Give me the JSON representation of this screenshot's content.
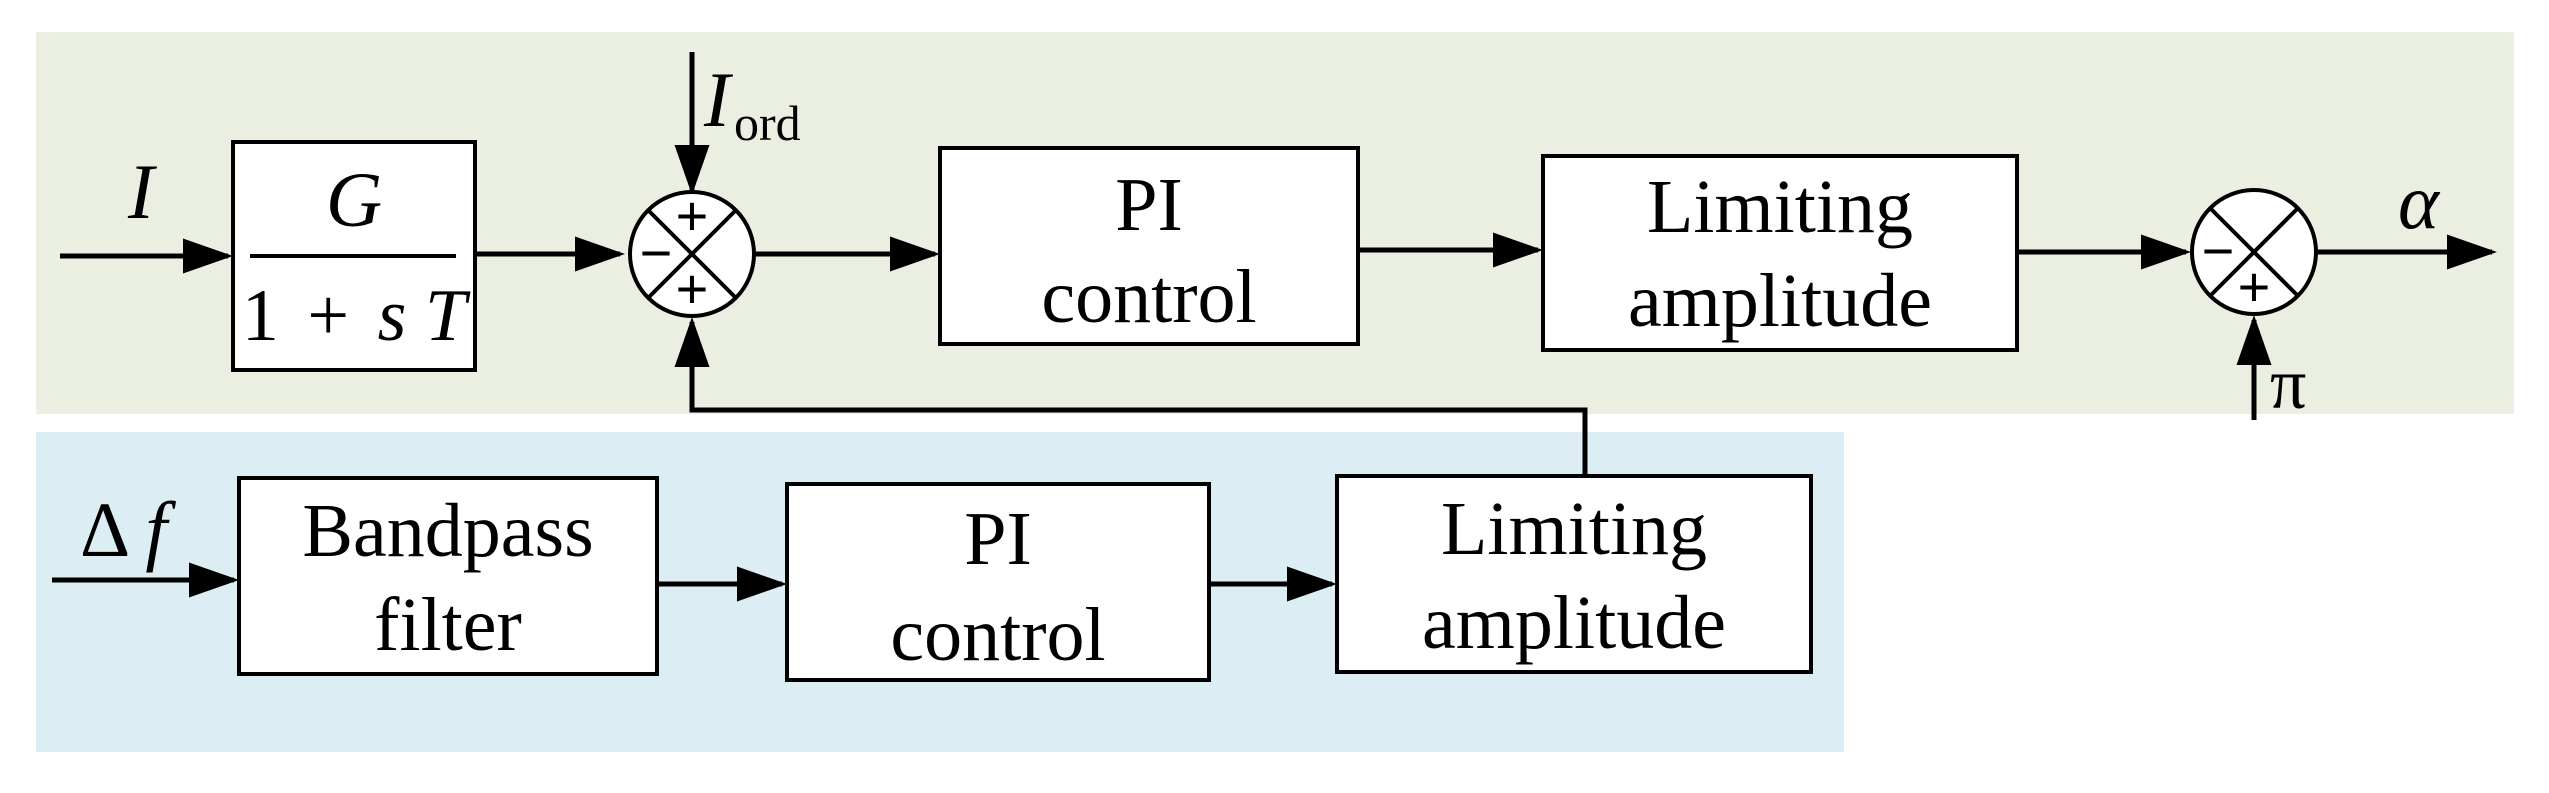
{
  "diagram": {
    "inputs": {
      "current": "I",
      "order_base": "I",
      "order_sub": "ord",
      "freq_delta": "Δ",
      "freq_var": "f",
      "pi_const": "π"
    },
    "outputs": {
      "alpha": "α"
    },
    "blocks": {
      "lowpass": {
        "numerator": "G",
        "den_one": "1",
        "den_plus": "+",
        "den_s": "s",
        "den_T": "T"
      },
      "pi_top": {
        "line1": "PI",
        "line2": "control"
      },
      "limit_top": {
        "line1": "Limiting",
        "line2": "amplitude"
      },
      "bandpass": {
        "line1": "Bandpass",
        "line2": "filter"
      },
      "pi_bottom": {
        "line1": "PI",
        "line2": "control"
      },
      "limit_bottom": {
        "line1": "Limiting",
        "line2": "amplitude"
      }
    },
    "junctions": {
      "sum1": {
        "top_sign": "+",
        "left_sign": "−",
        "bottom_sign": "+"
      },
      "sum2": {
        "left_sign": "−",
        "bottom_sign": "+"
      }
    },
    "colors": {
      "upper_region": "#eaefe1",
      "lower_region": "#dcedf3",
      "line": "#000000"
    }
  }
}
